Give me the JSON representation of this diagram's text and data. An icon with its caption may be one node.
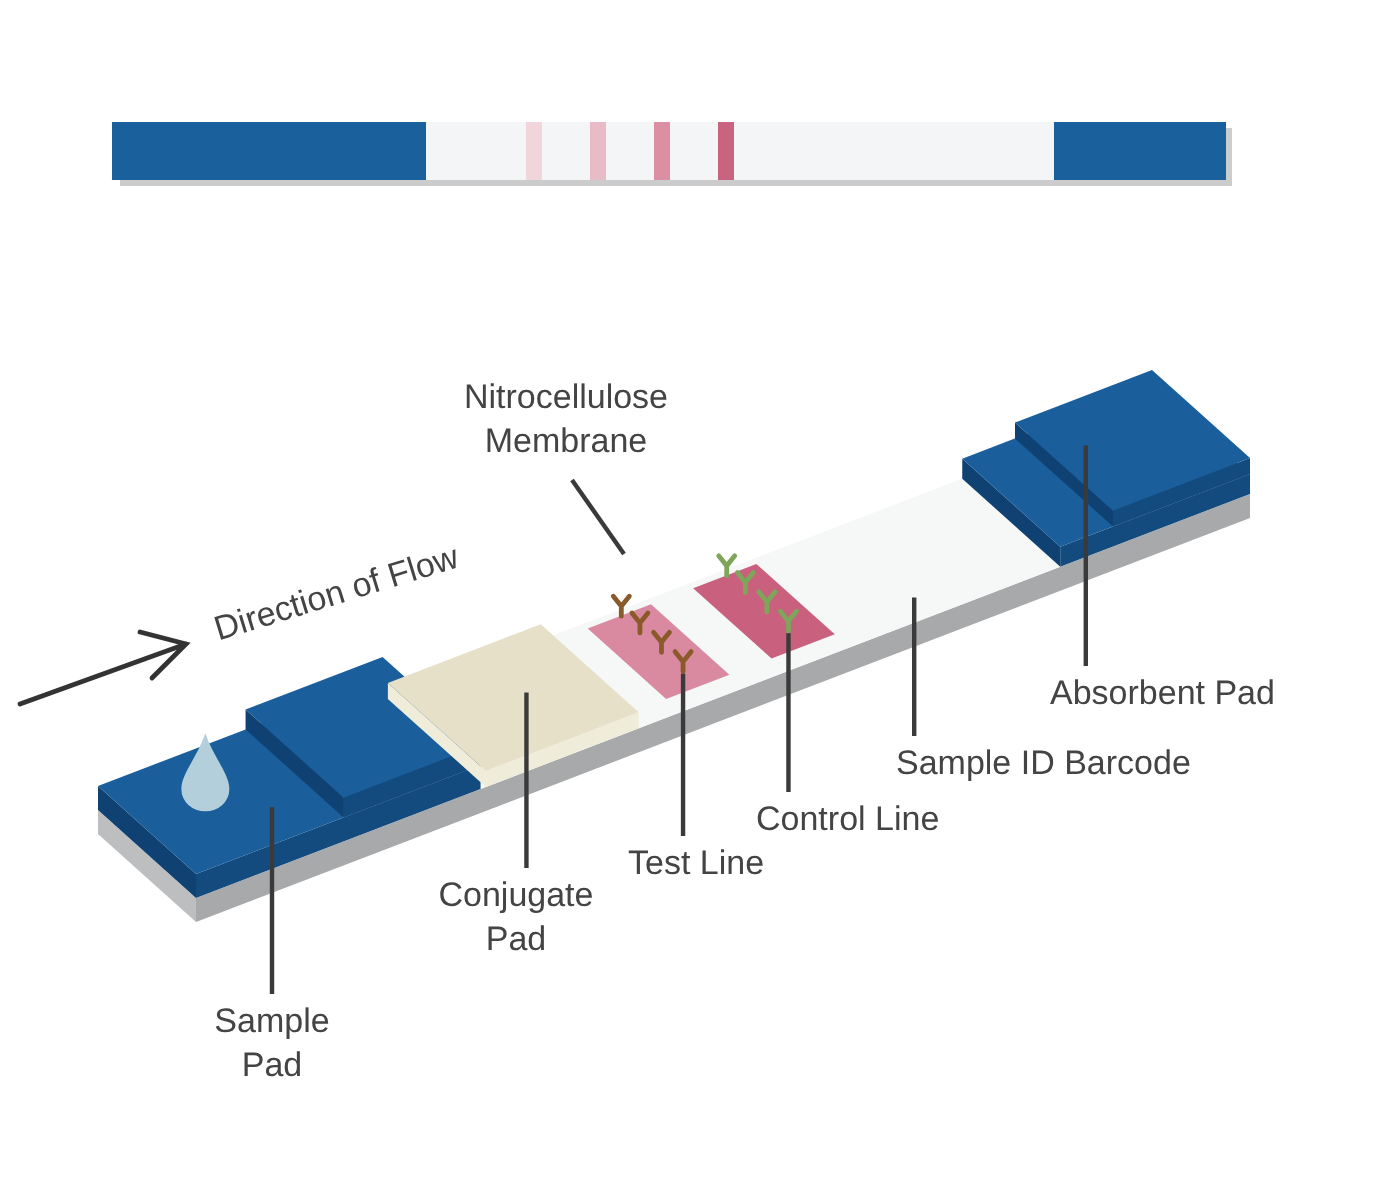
{
  "diagram": {
    "nodes": [
      {
        "text": [
          "Nitrocellulose Membrane"
        ]
      },
      {
        "text": [
          "Absorbent Pad"
        ]
      },
      {
        "text": [
          "Sample ID Barcode"
        ]
      },
      {
        "text": [
          "Control Line"
        ]
      },
      {
        "text": [
          "Test Line"
        ]
      },
      {
        "text": [
          "Conjugate Pad"
        ]
      },
      {
        "text": [
          "Sample Pad"
        ]
      },
      {
        "text": [],
        "shape": "box"
      },
      {
        "text": [],
        "shape": "box"
      },
      {
        "text": [],
        "shape": "bar"
      },
      {
        "text": [],
        "shape": "bar"
      },
      {
        "text": [],
        "shape": "box"
      }
    ],
    "edges": [
      {
        "from": 0,
        "to": null,
        "arrow": "none"
      },
      {
        "from": 1,
        "to": 11,
        "arrow": "none"
      },
      {
        "from": 2,
        "to": null,
        "arrow": "none"
      },
      {
        "from": 3,
        "to": 10,
        "arrow": "none"
      },
      {
        "from": 4,
        "to": 9,
        "arrow": "none"
      },
      {
        "from": 5,
        "to": 8,
        "arrow": "none"
      },
      {
        "from": 6,
        "to": 7,
        "arrow": "none"
      }
    ],
    "labels": [
      "Direction of Flow"
    ]
  }
}
